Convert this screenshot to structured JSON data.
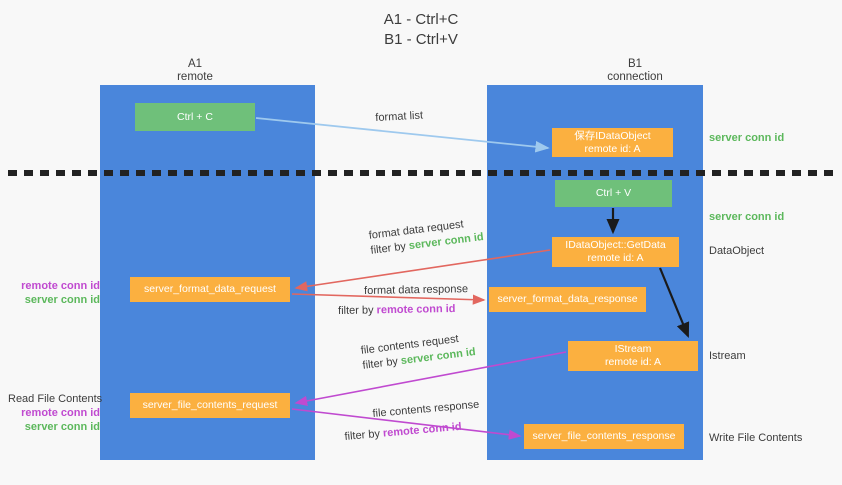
{
  "title": {
    "line1": "A1 - Ctrl+C",
    "line2": "B1 - Ctrl+V"
  },
  "columns": [
    {
      "name": "A1",
      "sub": "remote"
    },
    {
      "name": "B1",
      "sub": "connection"
    }
  ],
  "boxes": {
    "ctrl_c": "Ctrl + C",
    "ctrl_v": "Ctrl + V",
    "save_idataobject_l1": "保存IDataObject",
    "save_idataobject_l2": "remote id: A",
    "getdata_l1": "IDataObject::GetData",
    "getdata_l2": "remote id: A",
    "istream_l1": "IStream",
    "istream_l2": "remote id: A",
    "server_format_data_request": "server_format_data_request",
    "server_format_data_response": "server_format_data_response",
    "server_file_contents_request": "server_file_contents_request",
    "server_file_contents_response": "server_file_contents_response"
  },
  "edge_labels": {
    "format_list": "format list",
    "format_data_request": "format data request",
    "format_data_request_filter_prefix": "filter by ",
    "format_data_request_filter_value": "server conn id",
    "format_data_response": "format data response",
    "format_data_response_filter_prefix": "filter by ",
    "format_data_response_filter_value": "remote conn id",
    "file_contents_request": "file contents request",
    "file_contents_request_filter_prefix": "filter by ",
    "file_contents_request_filter_value": "server conn id",
    "file_contents_response": "file contents response",
    "file_contents_response_filter_prefix": "filter by ",
    "file_contents_response_filter_value": "remote conn id"
  },
  "right_notes": {
    "server_conn_id_1": "server conn id",
    "server_conn_id_2": "server conn id",
    "dataobject": "DataObject",
    "istream": "Istream",
    "write_file_contents": "Write File Contents"
  },
  "left_notes": {
    "block1_remote": "remote conn id",
    "block1_server": "server conn id",
    "read_file_contents": "Read File Contents",
    "block2_remote": "remote conn id",
    "block2_server": "server conn id"
  },
  "colors": {
    "lane_blue": "#4a86db",
    "box_green": "#6fc07a",
    "box_orange": "#fbb040",
    "green_text": "#5cb85c",
    "purple_text": "#c04ad0",
    "arrow_blue": "#9ec9ee",
    "arrow_red": "#e2675f",
    "arrow_magenta": "#c04ad0",
    "arrow_black": "#1a1a1a",
    "background": "#f8f8f8"
  }
}
